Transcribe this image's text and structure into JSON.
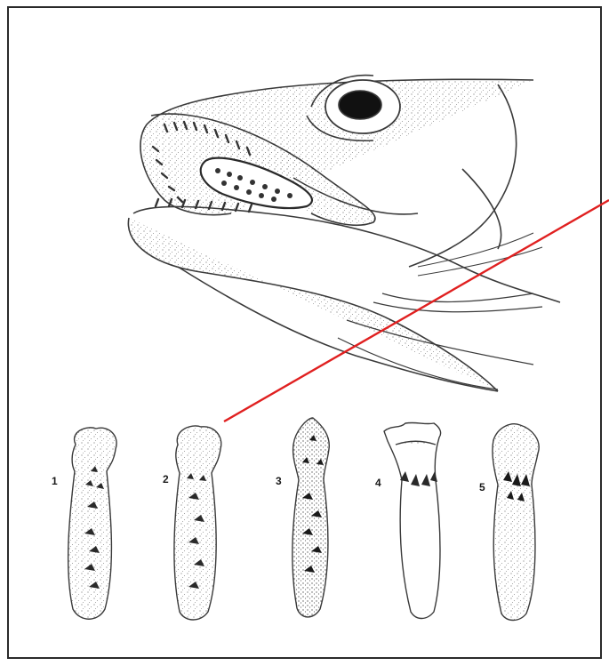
{
  "figure": {
    "tooth_labels": [
      "1",
      "2",
      "3",
      "4",
      "5"
    ],
    "colors": {
      "frame": "#2a2a2a",
      "ink": "#3a3a3a",
      "stipple": "#6a6a6a",
      "pointer_line": "#e02020"
    }
  }
}
